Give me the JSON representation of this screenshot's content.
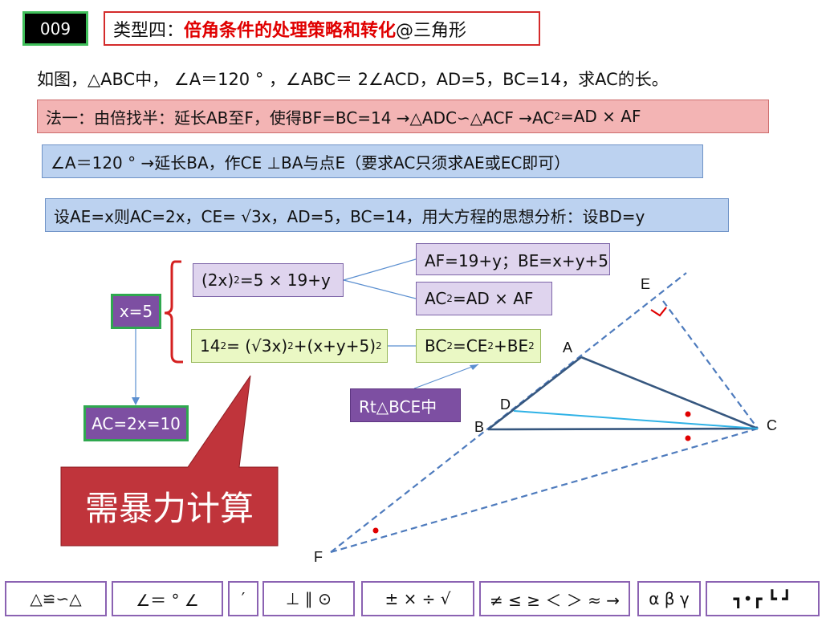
{
  "badge": "009",
  "title": {
    "prefix": "类型四：",
    "highlight": "倍角条件的处理策略和转化",
    "suffix": "@三角形"
  },
  "problem": "如图，△ABC中， ∠A＝120 ° ，∠ABC＝ 2∠ACD，AD=5，BC=14，求AC的长。",
  "method1": {
    "a": "法一：由倍找半：延长AB至F，使得BF=BC=14 →△ADC∽△ACF →AC",
    "sup": "2",
    "b": "=AD × AF"
  },
  "method2": "∠A＝120 ° →延长BA，作CE ⊥BA与点E（要求AC只须求AE或EC即可）",
  "method3": "设AE=x则AC=2x，CE= √3x，AD=5，BC=14，用大方程的思想分析：设BD=y",
  "eq1": {
    "a": "(2x)",
    "sup": "2",
    "b": "=5 × 19+y"
  },
  "eq2": {
    "a": "14",
    "sup1": "2",
    "b": "= (√3x) ",
    "sup2": "2",
    "c": "+(x+y+5)",
    "sup3": "2"
  },
  "r1": "AF=19+y；BE=x+y+5",
  "r2": {
    "a": "AC",
    "sup": "2",
    "b": "=AD × AF"
  },
  "r3": {
    "a": "BC",
    "sup1": "2",
    "b": "=CE",
    "sup2": "2",
    "c": "+BE",
    "sup3": "2"
  },
  "rt": "Rt△BCE中",
  "x5": "x=5",
  "ac": "AC=2x=10",
  "callout": "需暴力计算",
  "labels": {
    "E": "E",
    "A": "A",
    "D": "D",
    "B": "B",
    "C": "C",
    "F": "F"
  },
  "toolbar": [
    "△≌∽△",
    "∠＝ °  ∠",
    "′",
    "⊥ ∥ ⊙",
    "±  × ÷ √",
    "≠ ≤ ≥ ＜ ＞ ≈ →",
    "α β γ",
    "┓•┏ ┗ ┛"
  ],
  "colors": {
    "accent_red": "#e00000",
    "purple": "#7d4fa2",
    "green_border": "#2fa84f",
    "line_blue": "#3d6aa8"
  }
}
